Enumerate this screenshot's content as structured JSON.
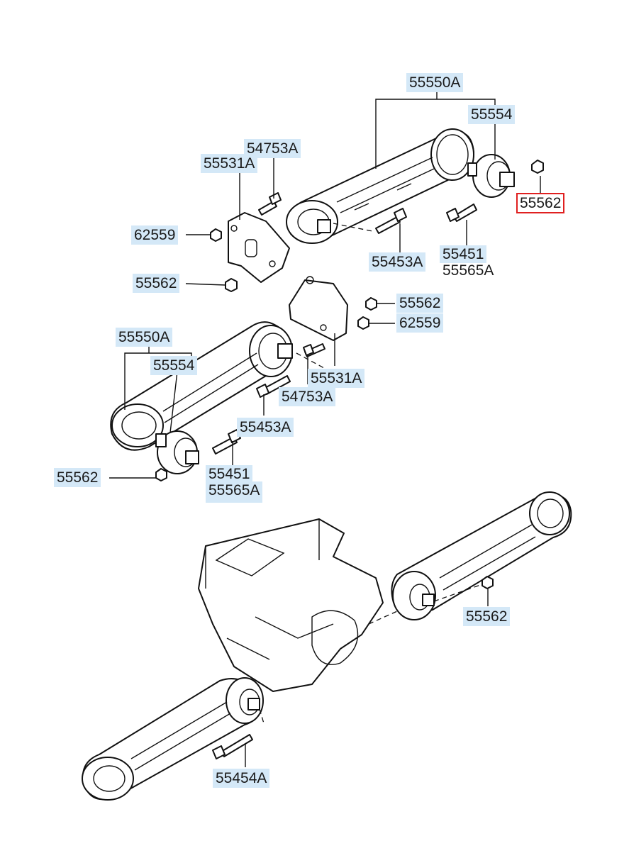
{
  "labels": {
    "l_55550A_top": "55550A",
    "l_55554_top": "55554",
    "l_54753A_top": "54753A",
    "l_55531A_top": "55531A",
    "l_55562_selected": "55562",
    "l_62559_top": "62559",
    "l_55453A_top": "55453A",
    "l_55451_top": "55451",
    "l_55565A_top": "55565A",
    "l_55562_left": "55562",
    "l_55562_mid": "55562",
    "l_62559_mid": "62559",
    "l_55550A_mid": "55550A",
    "l_55554_mid": "55554",
    "l_55531A_mid": "55531A",
    "l_54753A_mid": "54753A",
    "l_55453A_mid": "55453A",
    "l_55562_low": "55562",
    "l_55451_low": "55451",
    "l_55565A_low": "55565A",
    "l_55562_right": "55562",
    "l_55454A": "55454A"
  },
  "colors": {
    "label_background": "#d4e8f7",
    "selected_border": "#e02020",
    "line": "#111111"
  }
}
